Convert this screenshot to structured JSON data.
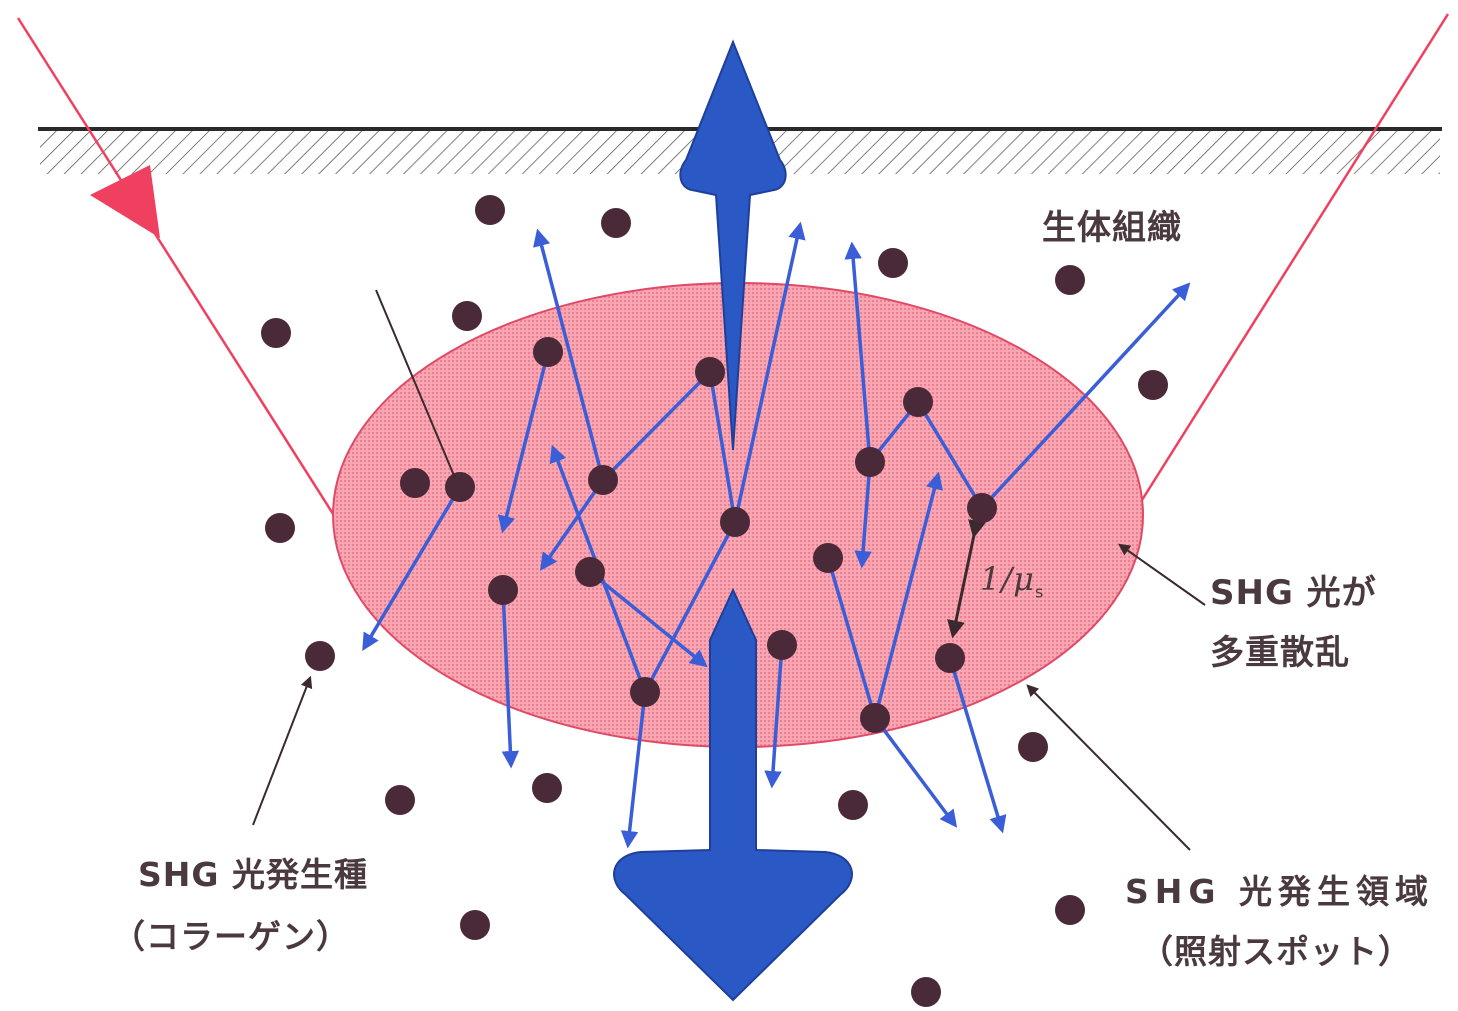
{
  "labels": {
    "tissue": "生体組織",
    "multiscatter_line1": "SHG 光が",
    "multiscatter_line2": "多重散乱",
    "mfp": "1/μ",
    "mfp_sub": "s",
    "species_line1": "SHG 光発生種",
    "species_line2": "（コラーゲン）",
    "region_line1": "SHG 光発生領域",
    "region_line2": "（照射スポット）"
  },
  "colors": {
    "ellipse_fill": "#f59aa8",
    "ellipse_stroke": "#e04a66",
    "laser": "#f04060",
    "scatter_arrow": "#3a5ed8",
    "big_arrow": "#2a58c4",
    "particle": "#4a2a38",
    "surface": "#2a2a2a",
    "text": "#4a3a40"
  }
}
